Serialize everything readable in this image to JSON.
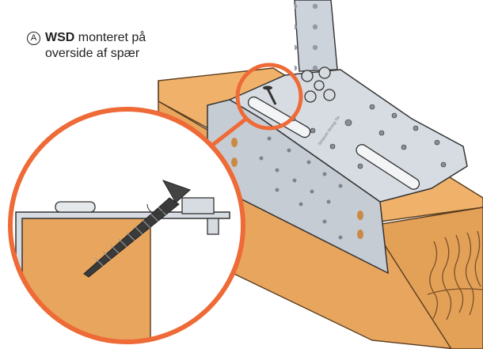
{
  "callout": {
    "marker": "A",
    "product": "WSD",
    "text_line1": "monteret på",
    "text_line2": "overside af spær"
  },
  "plate_stamp": "Simpson Strong-Tie",
  "colors": {
    "timber": "#E8A55E",
    "timber_dark": "#C98A45",
    "steel": "#D3D8DE",
    "steel_shade": "#B9C0C8",
    "callout_ring": "#EE6A36",
    "text": "#222222"
  },
  "icons": [
    "screw-icon",
    "bolt-icon",
    "detail-circle-icon"
  ]
}
